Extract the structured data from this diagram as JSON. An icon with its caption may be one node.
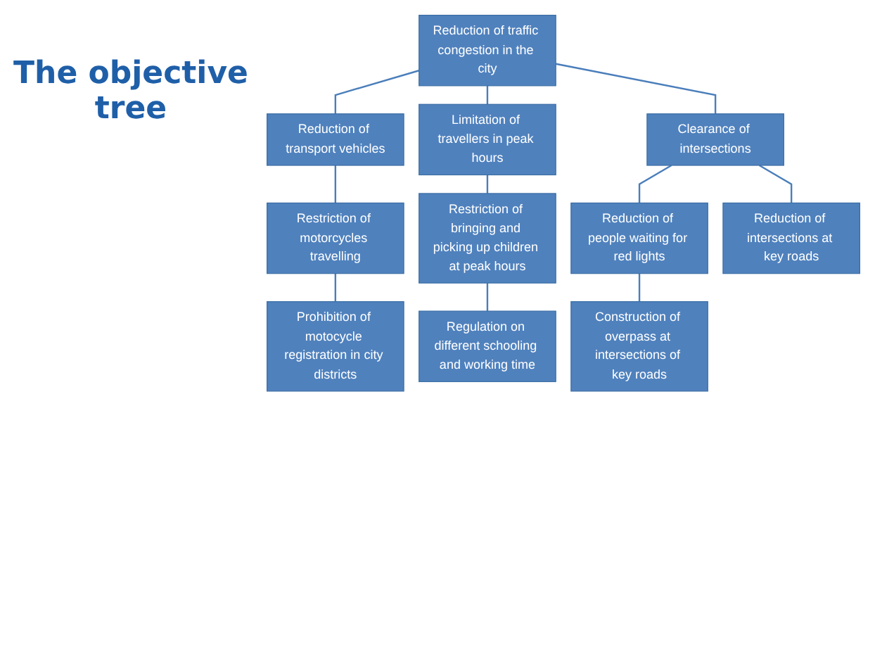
{
  "diagram": {
    "title": "The objective tree",
    "nodes": [
      {
        "text": [
          "Reduction of traffic congestion in the city"
        ]
      },
      {
        "text": [
          "Reduction of transport vehicles"
        ]
      },
      {
        "text": [
          "Limitation of travellers in peak hours"
        ]
      },
      {
        "text": [
          "Clearance of intersections"
        ]
      },
      {
        "text": [
          "Restriction of motorcycles travelling"
        ]
      },
      {
        "text": [
          "Prohibition of motocycle registration in city districts"
        ]
      },
      {
        "text": [
          "Restriction of bringing and picking up children at peak hours"
        ]
      },
      {
        "text": [
          "Regulation on different schooling and working time"
        ]
      },
      {
        "text": [
          "Reduction of people waiting for red lights"
        ]
      },
      {
        "text": [
          "Reduction of intersections at key roads"
        ]
      },
      {
        "text": [
          "Construction of overpass at intersections of key roads"
        ]
      }
    ],
    "edges": [
      {
        "from": 0,
        "to": 1,
        "arrow": "none"
      },
      {
        "from": 0,
        "to": 2,
        "arrow": "none"
      },
      {
        "from": 0,
        "to": 3,
        "arrow": "none"
      },
      {
        "from": 1,
        "to": 4,
        "arrow": "none"
      },
      {
        "from": 4,
        "to": 5,
        "arrow": "none"
      },
      {
        "from": 2,
        "to": 6,
        "arrow": "none"
      },
      {
        "from": 6,
        "to": 7,
        "arrow": "none"
      },
      {
        "from": 3,
        "to": 8,
        "arrow": "none"
      },
      {
        "from": 3,
        "to": 9,
        "arrow": "none"
      },
      {
        "from": 8,
        "to": 10,
        "arrow": "none"
      }
    ]
  }
}
